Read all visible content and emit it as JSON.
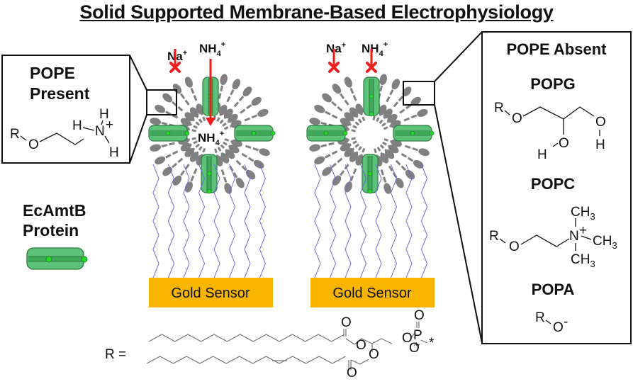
{
  "title": "Solid Supported Membrane-Based Electrophysiology",
  "colors": {
    "protein_fill": "#5cc27a",
    "protein_stroke": "#2f7a3f",
    "protein_dot": "#22dd22",
    "lipid": "#808080",
    "tether": "#6a6ad8",
    "gold": "#f7b500",
    "block_arrow": "#ee1c1c"
  },
  "left_panel": {
    "heading_line1": "POPE",
    "heading_line2": "Present",
    "structure": {
      "r": "R",
      "o": "O",
      "n": "N",
      "charge": "+",
      "h1": "H",
      "h2": "H",
      "h3": "H"
    }
  },
  "legend": {
    "line1": "EcAmtB",
    "line2": "Protein"
  },
  "vesicle_left": {
    "ion_na": "Na",
    "ion_nh": "NH",
    "sub": "4",
    "charge": "+",
    "inside_ion": "NH",
    "na_status": "blocked",
    "nh4_status": "transported",
    "sensor_label": "Gold Sensor"
  },
  "vesicle_right": {
    "ion_na": "Na",
    "ion_nh": "NH",
    "sub": "4",
    "charge": "+",
    "na_status": "blocked",
    "nh4_status": "blocked",
    "sensor_label": "Gold Sensor"
  },
  "right_panel": {
    "heading": "POPE Absent",
    "popg": {
      "name": "POPG",
      "r": "R",
      "o1": "O",
      "o2": "O",
      "o3": "O",
      "h1": "H",
      "h2": "H"
    },
    "popc": {
      "name": "POPC",
      "r": "R",
      "o": "O",
      "n": "N",
      "charge": "+",
      "ch": "CH",
      "sub": "3"
    },
    "popa": {
      "name": "POPA",
      "r": "R",
      "o": "O",
      "charge": "-"
    }
  },
  "r_group": {
    "label": "R =",
    "o": "O",
    "p": "P",
    "neg": "-",
    "star": "*"
  }
}
